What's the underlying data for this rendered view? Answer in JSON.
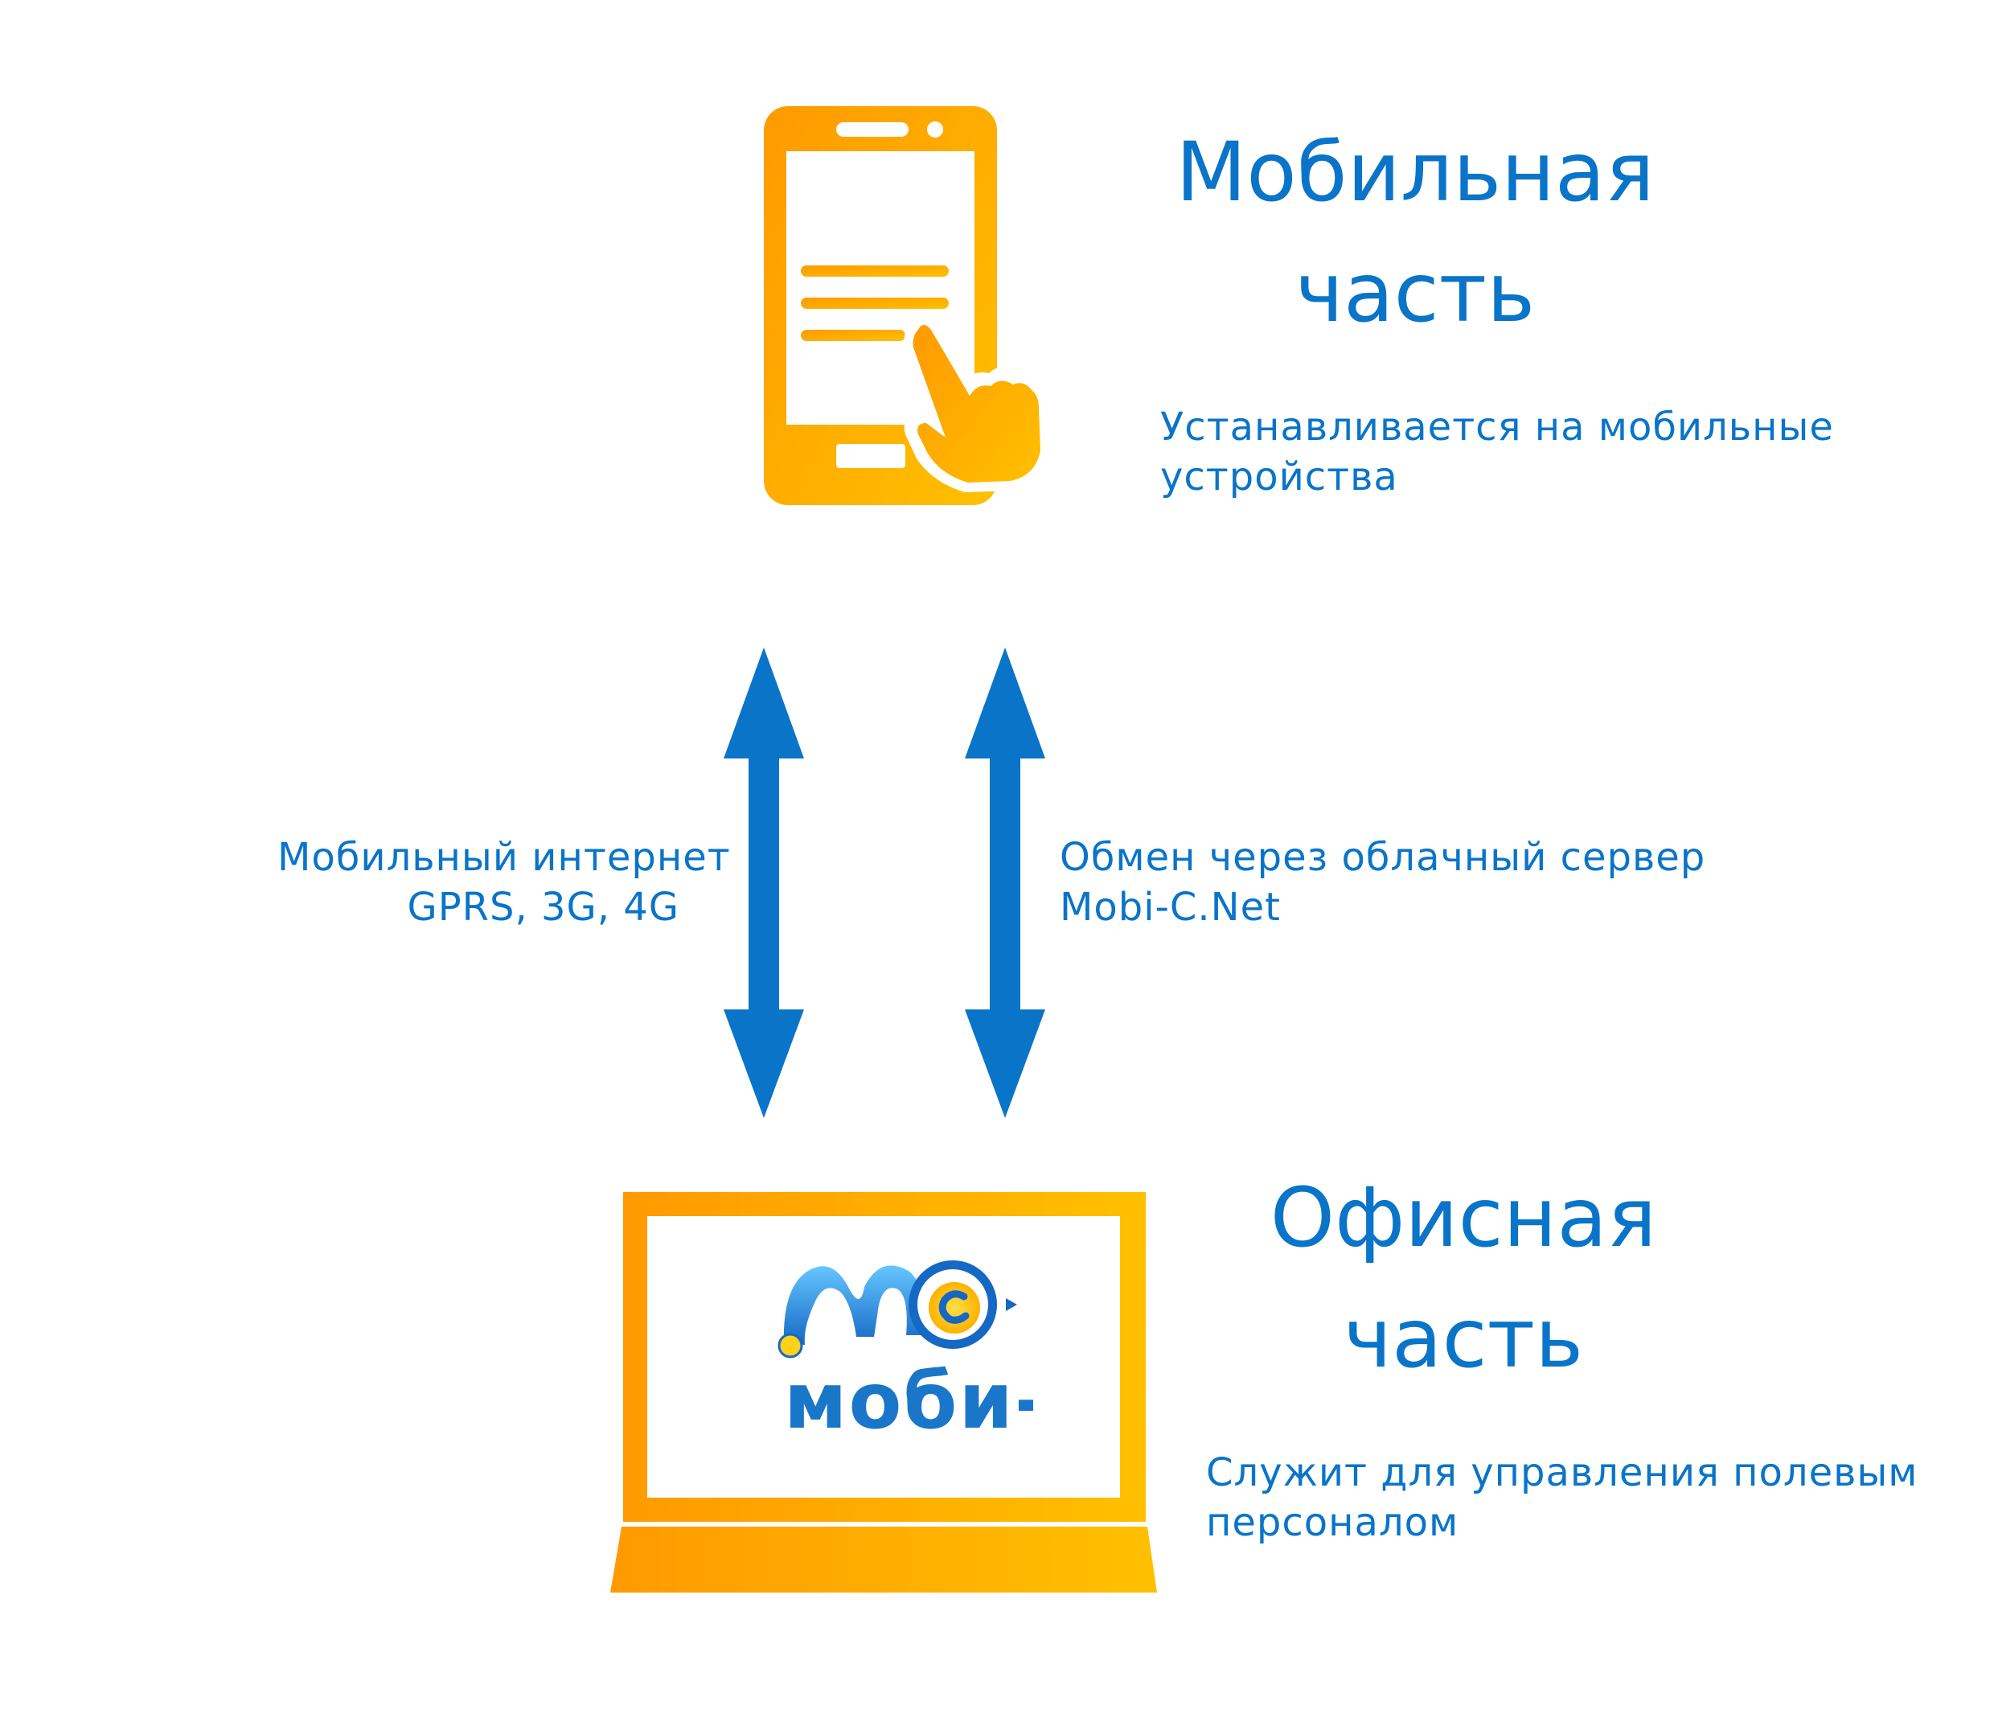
{
  "mobile": {
    "title_line1": "Мобильная",
    "title_line2": "часть",
    "desc_line1": "Устанавливается на мобильные",
    "desc_line2": "устройства"
  },
  "left_arrow_label": {
    "line1": "Мобильный интернет",
    "line2": "GPRS, 3G, 4G"
  },
  "right_arrow_label": {
    "line1": "Обмен через облачный сервер",
    "line2": "Mobi-C.Net"
  },
  "office": {
    "title_line1": "Офисная",
    "title_line2": "часть",
    "desc_line1": "Служит для управления полевым",
    "desc_line2": "персоналом",
    "logo_text": "моби-с"
  },
  "colors": {
    "accent_blue": "#0a74c9",
    "device_orange": "#ffa200",
    "device_orange_light": "#ffbf1f"
  },
  "icons": [
    "smartphone-touch-icon",
    "laptop-icon",
    "mobi-c-logo",
    "double-arrow-icon"
  ]
}
